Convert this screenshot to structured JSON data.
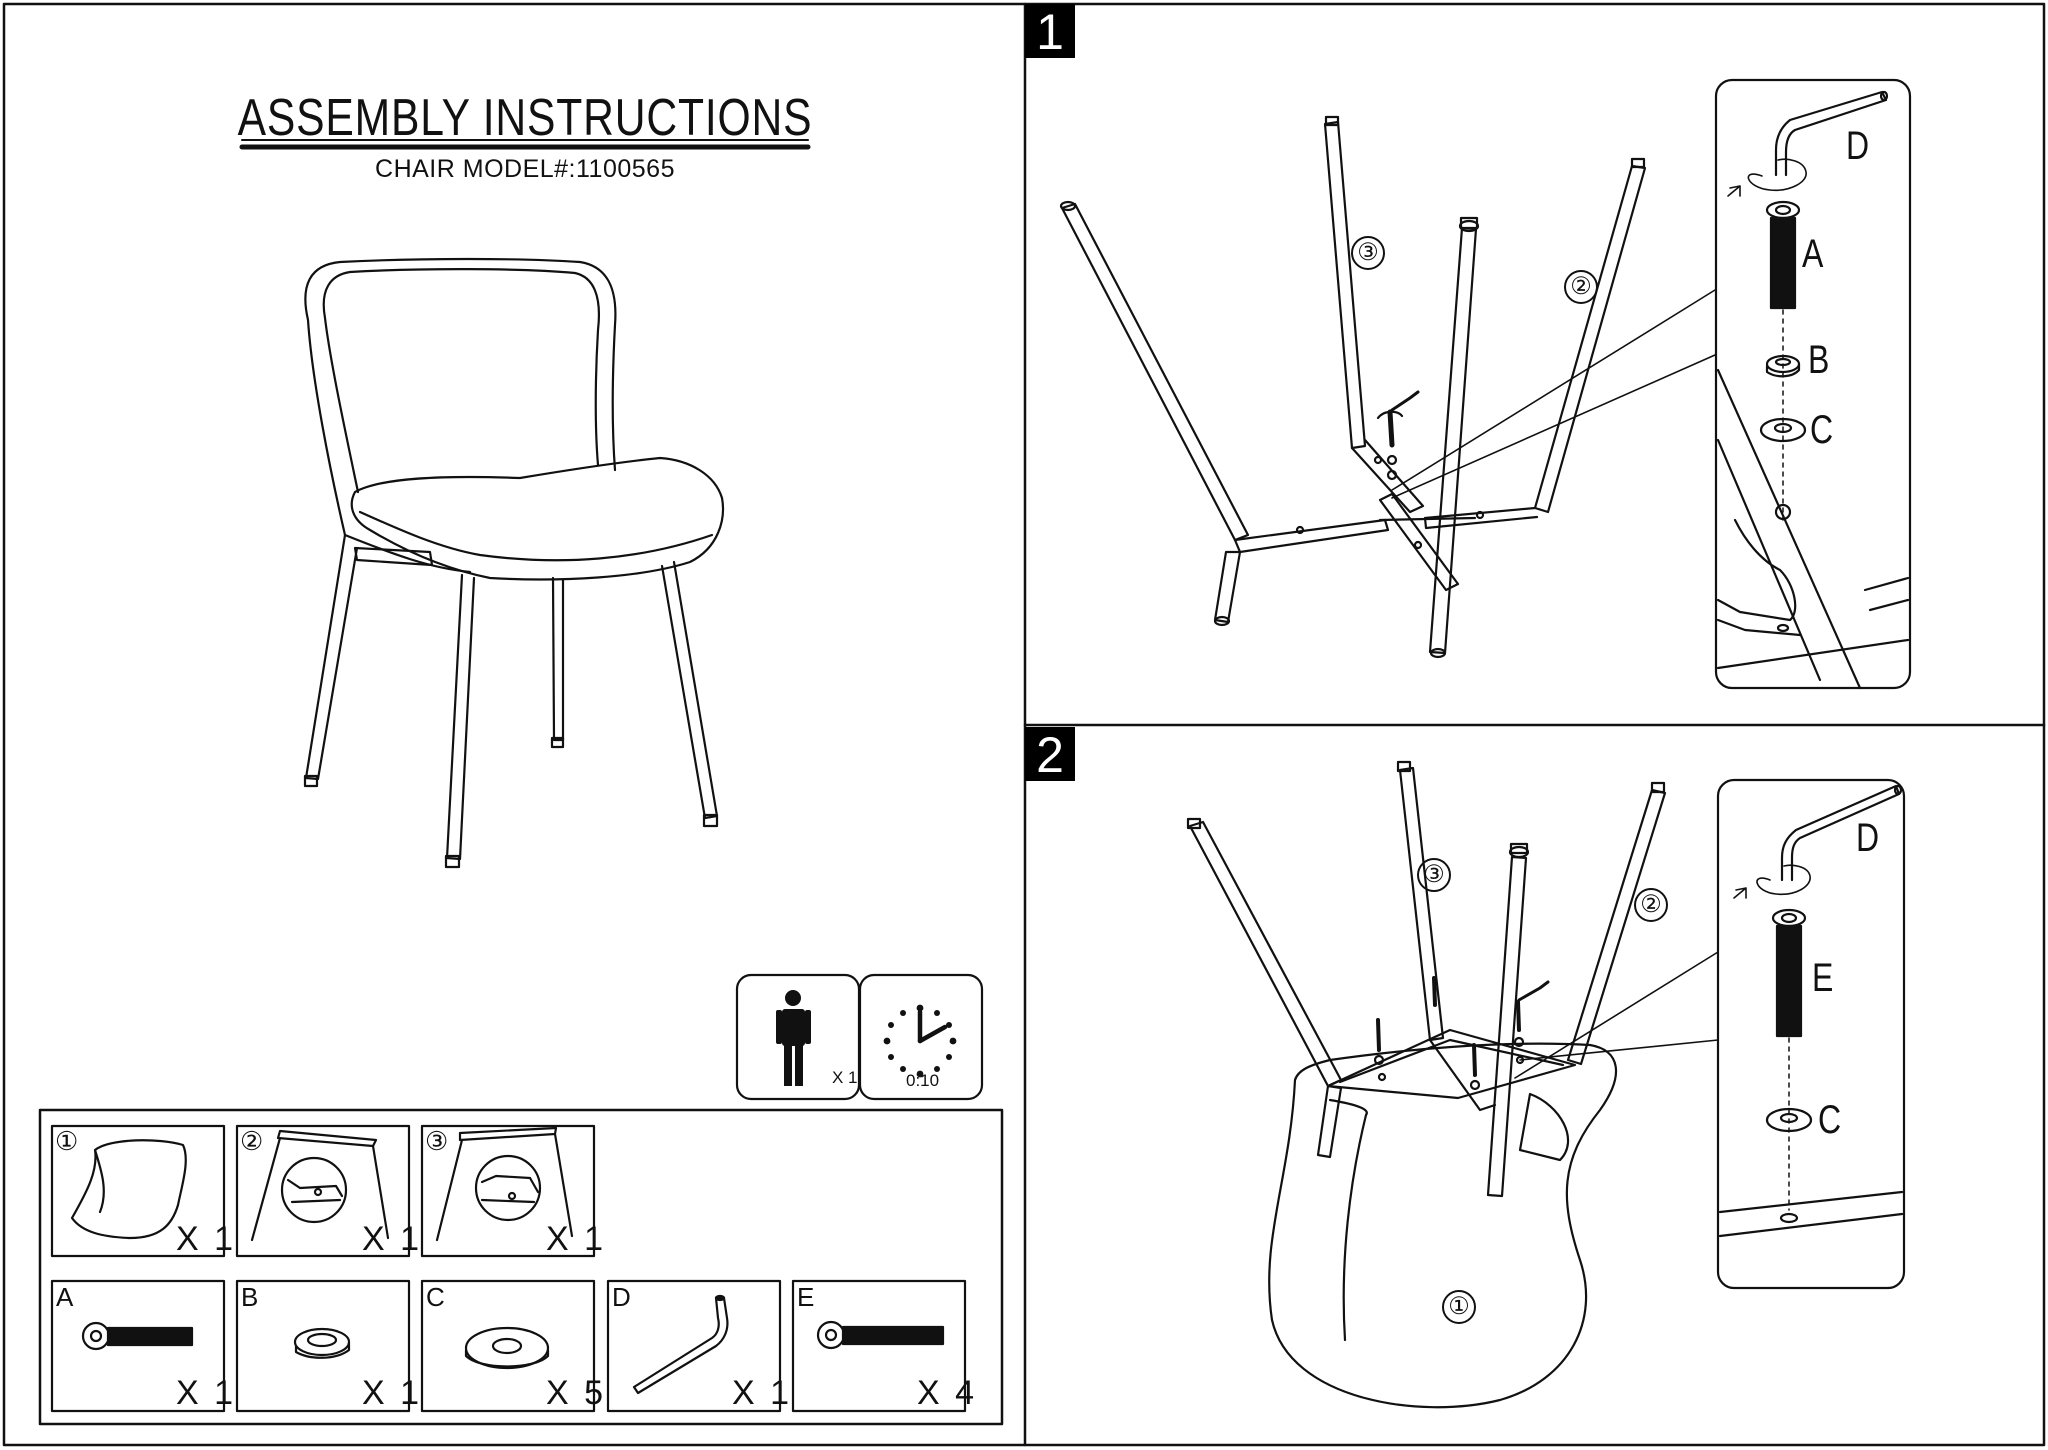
{
  "header": {
    "title": "ASSEMBLY  INSTRUCTIONS",
    "model": "CHAIR MODEL#:1100565"
  },
  "requirements": {
    "persons": "X 1",
    "time": "0:10"
  },
  "parts": [
    {
      "id": "①",
      "qty": "X 1"
    },
    {
      "id": "②",
      "qty": "X 1"
    },
    {
      "id": "③",
      "qty": "X 1"
    }
  ],
  "hardware": [
    {
      "id": "A",
      "qty": "X 1"
    },
    {
      "id": "B",
      "qty": "X 1"
    },
    {
      "id": "C",
      "qty": "X 5"
    },
    {
      "id": "D",
      "qty": "X 1"
    },
    {
      "id": "E",
      "qty": "X 4"
    }
  ],
  "steps": [
    {
      "number": "1",
      "frame_labels": [
        "③",
        "②"
      ],
      "detail_labels": [
        "D",
        "A",
        "B",
        "C"
      ]
    },
    {
      "number": "2",
      "frame_labels": [
        "③",
        "②",
        "①"
      ],
      "detail_labels": [
        "D",
        "E",
        "C"
      ]
    }
  ]
}
